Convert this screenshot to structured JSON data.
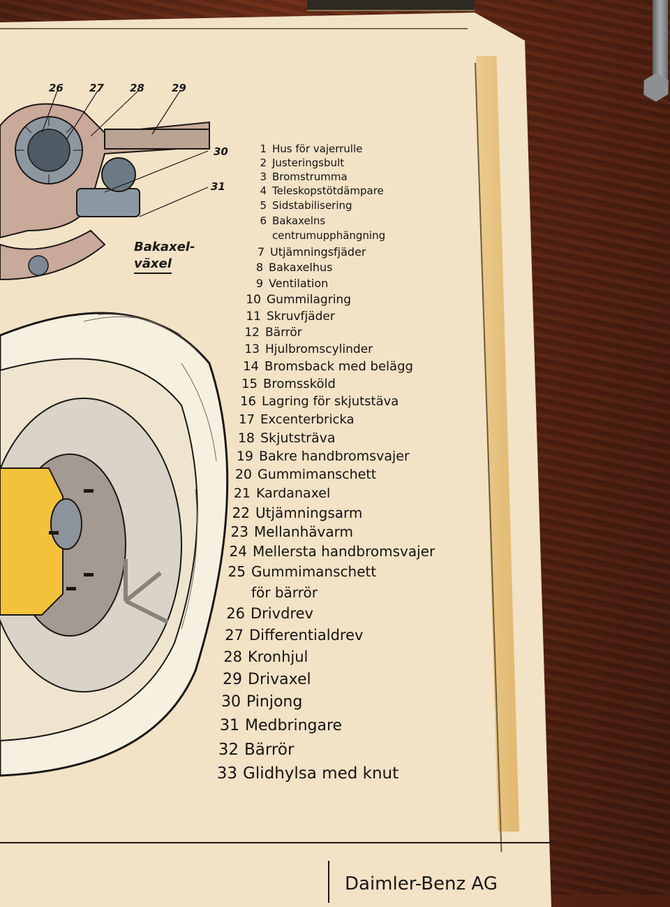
{
  "callouts": [
    "26",
    "27",
    "28",
    "29",
    "30",
    "31"
  ],
  "caption": {
    "line1": "Bakaxel-",
    "line2": "växel"
  },
  "legend": [
    {
      "num": "1",
      "text": "Hus för vajerrulle"
    },
    {
      "num": "2",
      "text": "Justeringsbult"
    },
    {
      "num": "3",
      "text": "Bromstrumma"
    },
    {
      "num": "4",
      "text": "Teleskopstötdämpare"
    },
    {
      "num": "5",
      "text": "Sidstabilisering"
    },
    {
      "num": "6",
      "text": "Bakaxelns"
    },
    {
      "num": "",
      "text": "centrumupphängning"
    },
    {
      "num": "7",
      "text": "Utjämningsfjäder"
    },
    {
      "num": "8",
      "text": "Bakaxelhus"
    },
    {
      "num": "9",
      "text": "Ventilation"
    },
    {
      "num": "10",
      "text": "Gummilagring"
    },
    {
      "num": "11",
      "text": "Skruvfjäder"
    },
    {
      "num": "12",
      "text": "Bärrör"
    },
    {
      "num": "13",
      "text": "Hjulbromscylinder"
    },
    {
      "num": "14",
      "text": "Bromsback med belägg"
    },
    {
      "num": "15",
      "text": "Bromssköld"
    },
    {
      "num": "16",
      "text": "Lagring för skjutstäva"
    },
    {
      "num": "17",
      "text": "Excenterbricka"
    },
    {
      "num": "18",
      "text": "Skjutsträva"
    },
    {
      "num": "19",
      "text": "Bakre handbromsvajer"
    },
    {
      "num": "20",
      "text": "Gummimanschett"
    },
    {
      "num": "21",
      "text": "Kardanaxel"
    },
    {
      "num": "22",
      "text": "Utjämningsarm"
    },
    {
      "num": "23",
      "text": "Mellanhävarm"
    },
    {
      "num": "24",
      "text": "Mellersta handbromsvajer"
    },
    {
      "num": "25",
      "text": "Gummimanschett"
    },
    {
      "num": "",
      "text": "för bärrör"
    },
    {
      "num": "26",
      "text": "Drivdrev"
    },
    {
      "num": "27",
      "text": "Differentialdrev"
    },
    {
      "num": "28",
      "text": "Kronhjul"
    },
    {
      "num": "29",
      "text": "Drivaxel"
    },
    {
      "num": "30",
      "text": "Pinjong"
    },
    {
      "num": "31",
      "text": "Medbringare"
    },
    {
      "num": "32",
      "text": "Bärrör"
    },
    {
      "num": "33",
      "text": "Glidhylsa med knut"
    }
  ],
  "footer": {
    "company": "Daimler-Benz AG"
  },
  "colors": {
    "paper": "#f2e2c6",
    "ink": "#161311",
    "tape": "#e3b868",
    "tire": "#f7f0e0",
    "hub_yellow": "#f3c23a"
  }
}
